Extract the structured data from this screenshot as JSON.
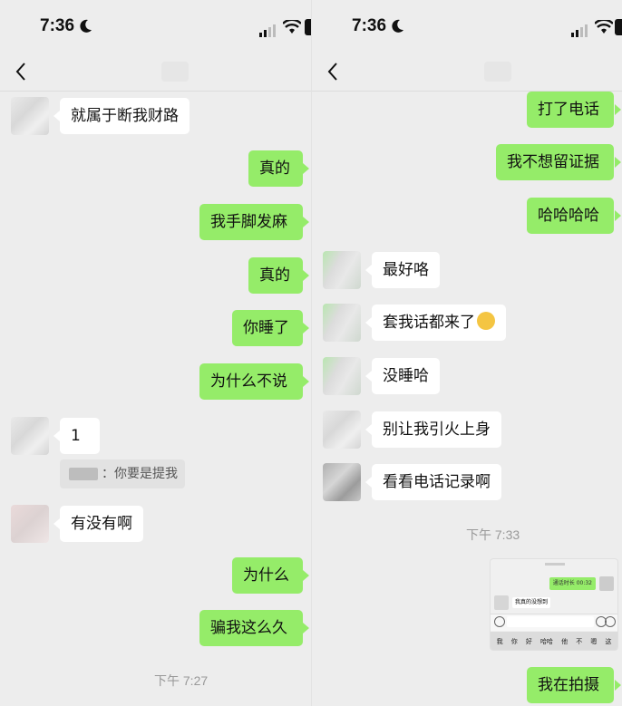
{
  "left": {
    "status": {
      "time": "7:36"
    },
    "messages": [
      {
        "side": "in",
        "text": "就属于断我财路"
      },
      {
        "side": "out",
        "text": "真的"
      },
      {
        "side": "out",
        "text": "我手脚发麻"
      },
      {
        "side": "out",
        "text": "真的"
      },
      {
        "side": "out",
        "text": "你睡了"
      },
      {
        "side": "out",
        "text": "为什么不说"
      },
      {
        "side": "in",
        "text": "1",
        "quote": "：你要是提我"
      },
      {
        "side": "in",
        "text": "有没有啊"
      },
      {
        "side": "out",
        "text": "为什么"
      },
      {
        "side": "out",
        "text": "骗我这么久"
      }
    ],
    "timestamp": "下午 7:27"
  },
  "right": {
    "status": {
      "time": "7:36"
    },
    "messages": [
      {
        "side": "out",
        "text": "打了电话"
      },
      {
        "side": "out",
        "text": "我不想留证据"
      },
      {
        "side": "out",
        "text": "哈哈哈哈"
      },
      {
        "side": "in",
        "text": "最好咯"
      },
      {
        "side": "in",
        "text": "套我话都来了",
        "emoji": "crying-laughing-emoji"
      },
      {
        "side": "in",
        "text": "没睡哈"
      },
      {
        "side": "in",
        "text": "别让我引火上身"
      },
      {
        "side": "in",
        "text": "看看电话记录啊"
      }
    ],
    "timestamp": "下午 7:33",
    "screenshot": {
      "call": "通话时长 00:32",
      "reply": "我真的没想到",
      "keys": [
        "我",
        "你",
        "好",
        "哈哈",
        "他",
        "不",
        "嗯",
        "这"
      ]
    },
    "last": {
      "side": "out",
      "text": "我在拍摄"
    }
  },
  "colors": {
    "sent_bubble": "#95ec69",
    "received_bubble": "#ffffff",
    "background": "#ededed"
  },
  "icons": [
    "moon-icon",
    "signal-icon",
    "wifi-icon",
    "battery-icon",
    "back-chevron-icon"
  ]
}
